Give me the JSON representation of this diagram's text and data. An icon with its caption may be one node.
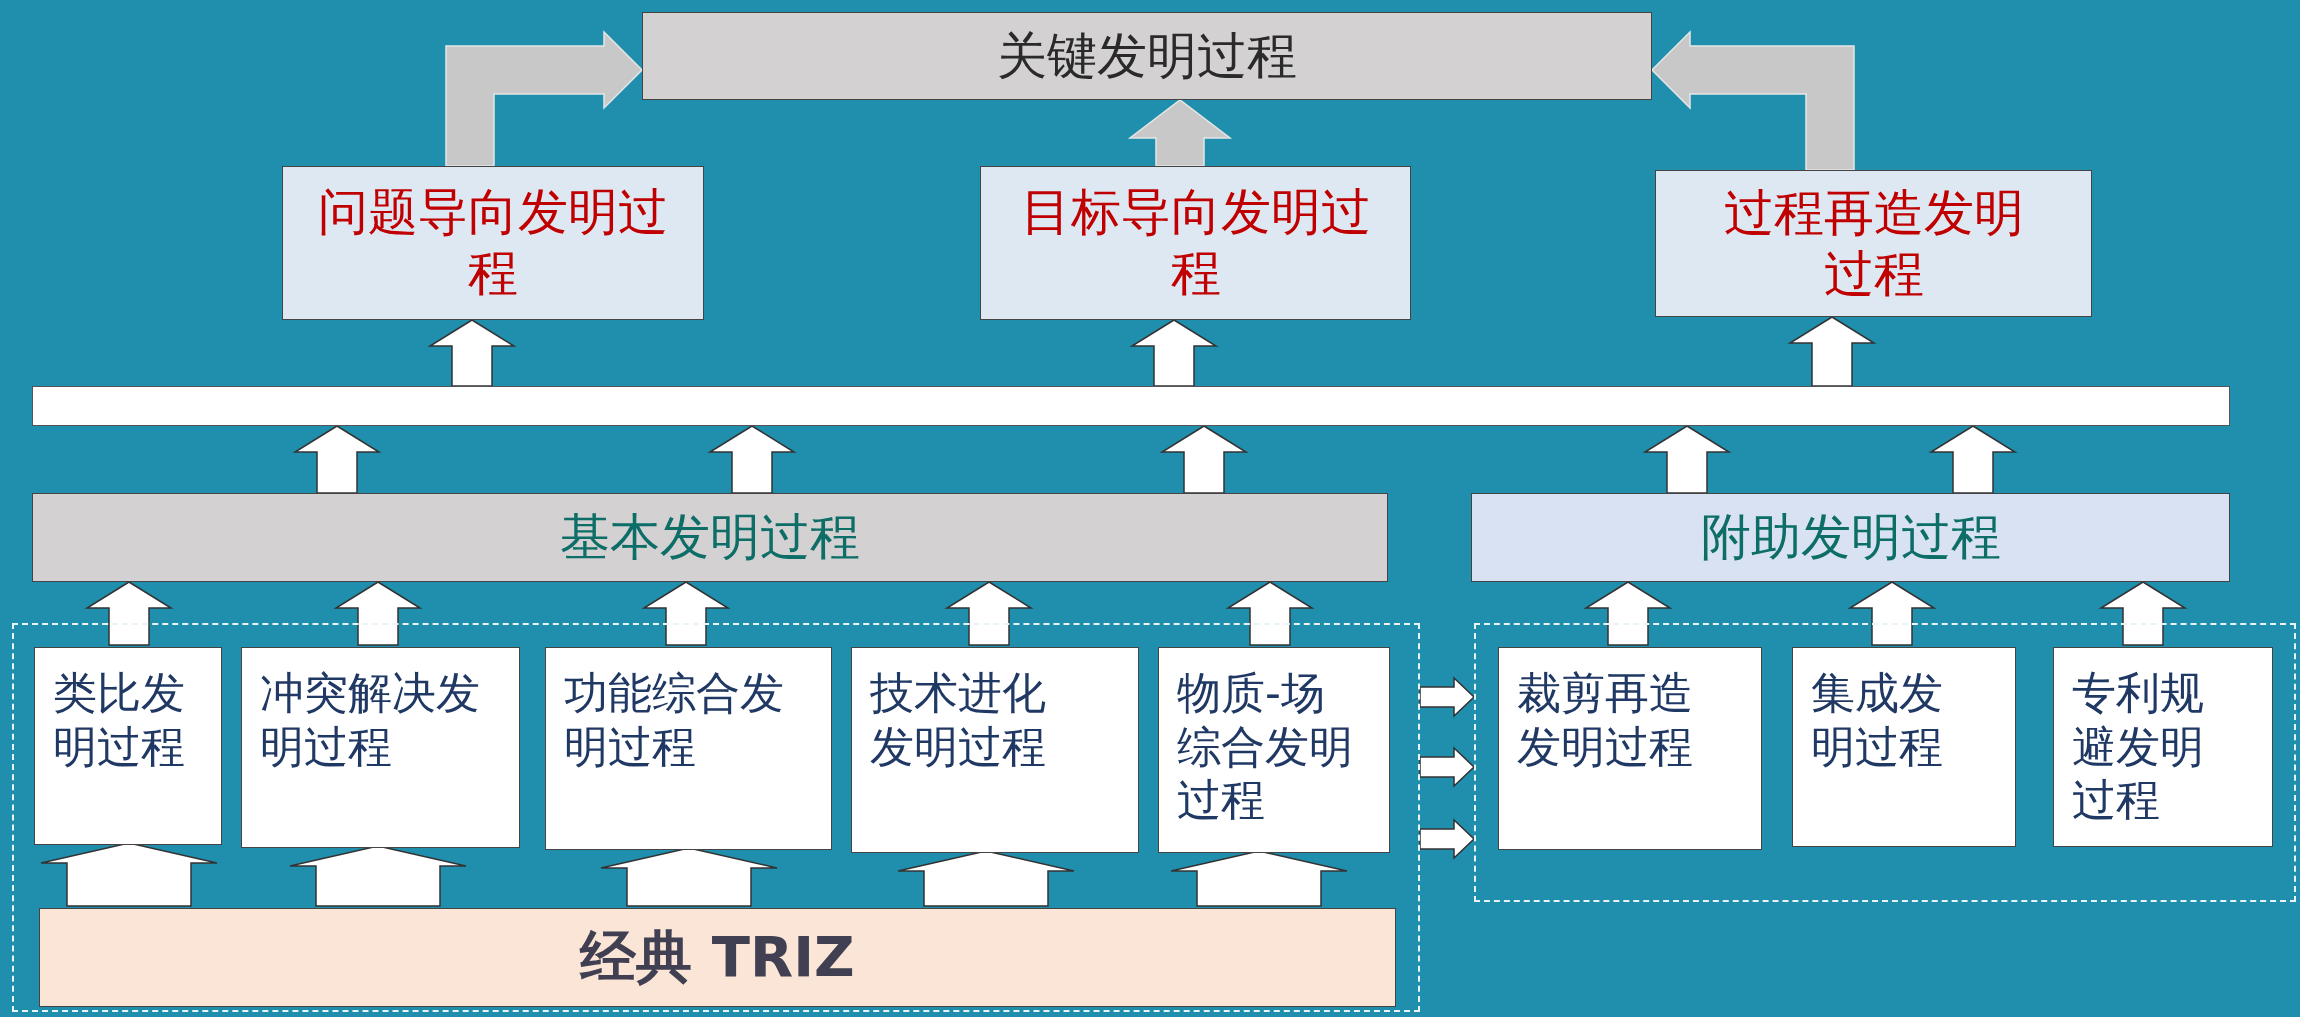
{
  "diagram": {
    "nodes": [
      {
        "text": [
          "关键发明过程"
        ]
      },
      {
        "text": [
          "问题导向发明过程"
        ]
      },
      {
        "text": [
          "目标导向发明过程"
        ]
      },
      {
        "text": [
          "过程再造发明过程"
        ]
      },
      {
        "text": [],
        "shape": "bar"
      },
      {
        "text": [
          "基本发明过程"
        ]
      },
      {
        "text": [
          "附助发明过程"
        ]
      },
      {
        "text": [],
        "shape": "box"
      },
      {
        "text": [
          "类比发明过程"
        ],
        "in": 7
      },
      {
        "text": [
          "冲突解决发明过程"
        ],
        "in": 7
      },
      {
        "text": [
          "功能综合发明过程"
        ],
        "in": 7
      },
      {
        "text": [
          "技术进化发明过程"
        ],
        "in": 7
      },
      {
        "text": [
          "物质-场综合发明过程"
        ],
        "in": 7
      },
      {
        "text": [
          "经典 TRIZ"
        ],
        "in": 7
      },
      {
        "text": [],
        "shape": "box"
      },
      {
        "text": [
          "裁剪再造发明过程"
        ],
        "in": 14
      },
      {
        "text": [
          "集成发明过程"
        ],
        "in": 14
      },
      {
        "text": [
          "专利规避发明过程"
        ],
        "in": 14
      }
    ],
    "edges": [
      {
        "from": 1,
        "to": 0,
        "arrow": "to",
        "color": "#c8c8c8"
      },
      {
        "from": 2,
        "to": 0,
        "arrow": "to",
        "color": "#c8c8c8"
      },
      {
        "from": 3,
        "to": 0,
        "arrow": "to",
        "color": "#c8c8c8"
      },
      {
        "from": 4,
        "to": 1,
        "arrow": "to"
      },
      {
        "from": 4,
        "to": 2,
        "arrow": "to"
      },
      {
        "from": 4,
        "to": 3,
        "arrow": "to"
      },
      {
        "from": 5,
        "to": 4,
        "arrow": "to"
      },
      {
        "from": 5,
        "to": 4,
        "arrow": "to"
      },
      {
        "from": 5,
        "to": 4,
        "arrow": "to"
      },
      {
        "from": 6,
        "to": 4,
        "arrow": "to"
      },
      {
        "from": 6,
        "to": 4,
        "arrow": "to"
      },
      {
        "from": 8,
        "to": 5,
        "arrow": "to"
      },
      {
        "from": 9,
        "to": 5,
        "arrow": "to"
      },
      {
        "from": 10,
        "to": 5,
        "arrow": "to"
      },
      {
        "from": 11,
        "to": 5,
        "arrow": "to"
      },
      {
        "from": 12,
        "to": 5,
        "arrow": "to"
      },
      {
        "from": 15,
        "to": 6,
        "arrow": "to"
      },
      {
        "from": 16,
        "to": 6,
        "arrow": "to"
      },
      {
        "from": 17,
        "to": 6,
        "arrow": "to"
      },
      {
        "from": 13,
        "to": 8,
        "arrow": "to"
      },
      {
        "from": 13,
        "to": 9,
        "arrow": "to"
      },
      {
        "from": 13,
        "to": 10,
        "arrow": "to"
      },
      {
        "from": 13,
        "to": 11,
        "arrow": "to"
      },
      {
        "from": 13,
        "to": 12,
        "arrow": "to"
      },
      {
        "from": 7,
        "to": 14,
        "arrow": "to"
      },
      {
        "from": 7,
        "to": 14,
        "arrow": "to"
      },
      {
        "from": 7,
        "to": 14,
        "arrow": "to"
      }
    ]
  }
}
